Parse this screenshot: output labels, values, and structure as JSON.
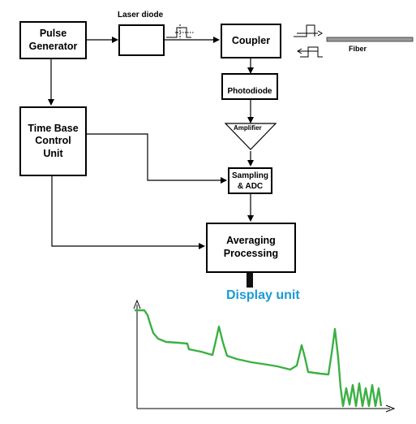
{
  "blocks": {
    "pulse_generator": "Pulse\nGenerator",
    "laser_diode": "Laser diode",
    "coupler": "Coupler",
    "fiber": "Fiber",
    "photodiode": "Photodiode",
    "amplifier": "Amplifier",
    "time_base": "Time Base\nControl\nUnit",
    "sampling_adc": "Sampling\n& ADC",
    "averaging": "Averaging\nProcessing",
    "display_unit": "Display unit"
  },
  "colors": {
    "trace": "#3cb043",
    "display_text": "#1a9ad6",
    "line": "#000000"
  }
}
